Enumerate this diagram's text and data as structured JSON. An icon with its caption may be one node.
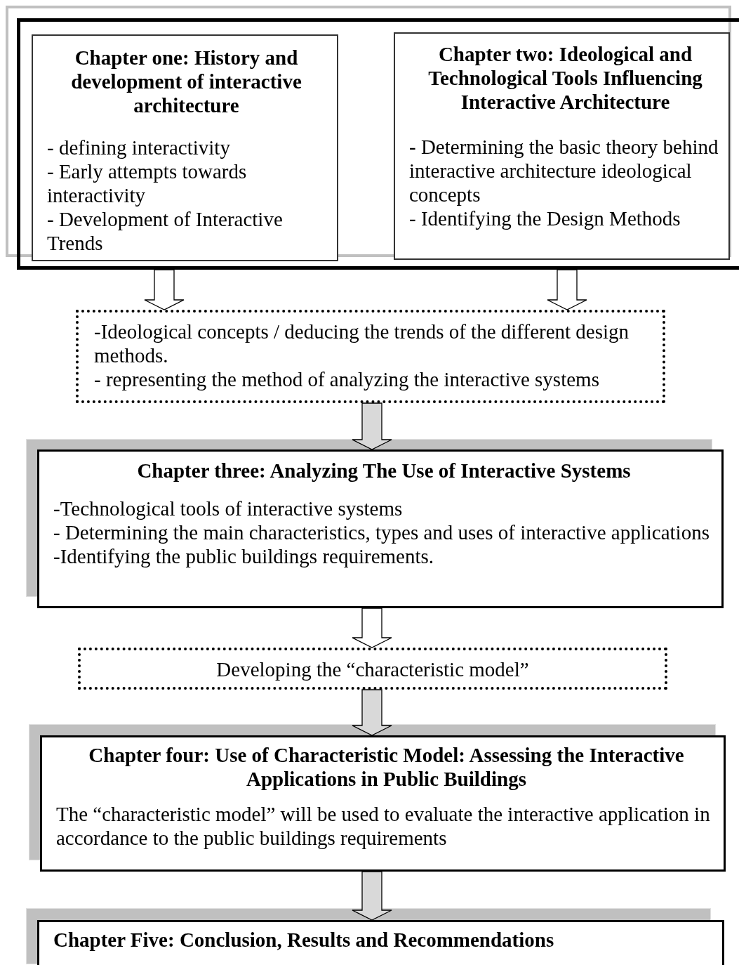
{
  "diagram": {
    "nodes": [
      {
        "text": [],
        "shape": "box"
      },
      {
        "text": [
          "Chapter one: History and development of interactive architecture",
          "- defining interactivity",
          "- Early attempts towards interactivity",
          "- Development of Interactive Trends"
        ],
        "in": 0
      },
      {
        "text": [
          "Chapter two: Ideological and Technological Tools Influencing Interactive Architecture",
          "- Determining the basic theory behind interactive architecture ideological concepts",
          "- Identifying the Design Methods"
        ],
        "in": 0
      },
      {
        "text": [
          "-Ideological concepts / deducing the trends of the different design methods.",
          "- representing the method of analyzing the interactive systems"
        ]
      },
      {
        "text": [
          "Chapter three: Analyzing The Use of Interactive Systems",
          "-Technological tools of interactive systems",
          "- Determining the main characteristics, types and uses of interactive applications",
          "-Identifying the public buildings requirements."
        ]
      },
      {
        "text": [
          "Developing the “characteristic model”"
        ]
      },
      {
        "text": [
          "Chapter four: Use of Characteristic Model: Assessing the Interactive Applications in Public Buildings",
          "The “characteristic model” will be used to evaluate the interactive application in accordance to the public buildings requirements"
        ]
      },
      {
        "text": [
          "Chapter Five: Conclusion, Results and Recommendations"
        ]
      }
    ],
    "edges": [
      {
        "from": 1,
        "to": 3,
        "arrow": "to"
      },
      {
        "from": 2,
        "to": 3,
        "arrow": "to"
      },
      {
        "from": 3,
        "to": 4,
        "arrow": "to",
        "color": "#d9d9d9"
      },
      {
        "from": 4,
        "to": 5,
        "arrow": "to"
      },
      {
        "from": 5,
        "to": 6,
        "arrow": "to",
        "color": "#d9d9d9"
      },
      {
        "from": 6,
        "to": 7,
        "arrow": "to",
        "color": "#d9d9d9"
      }
    ]
  }
}
